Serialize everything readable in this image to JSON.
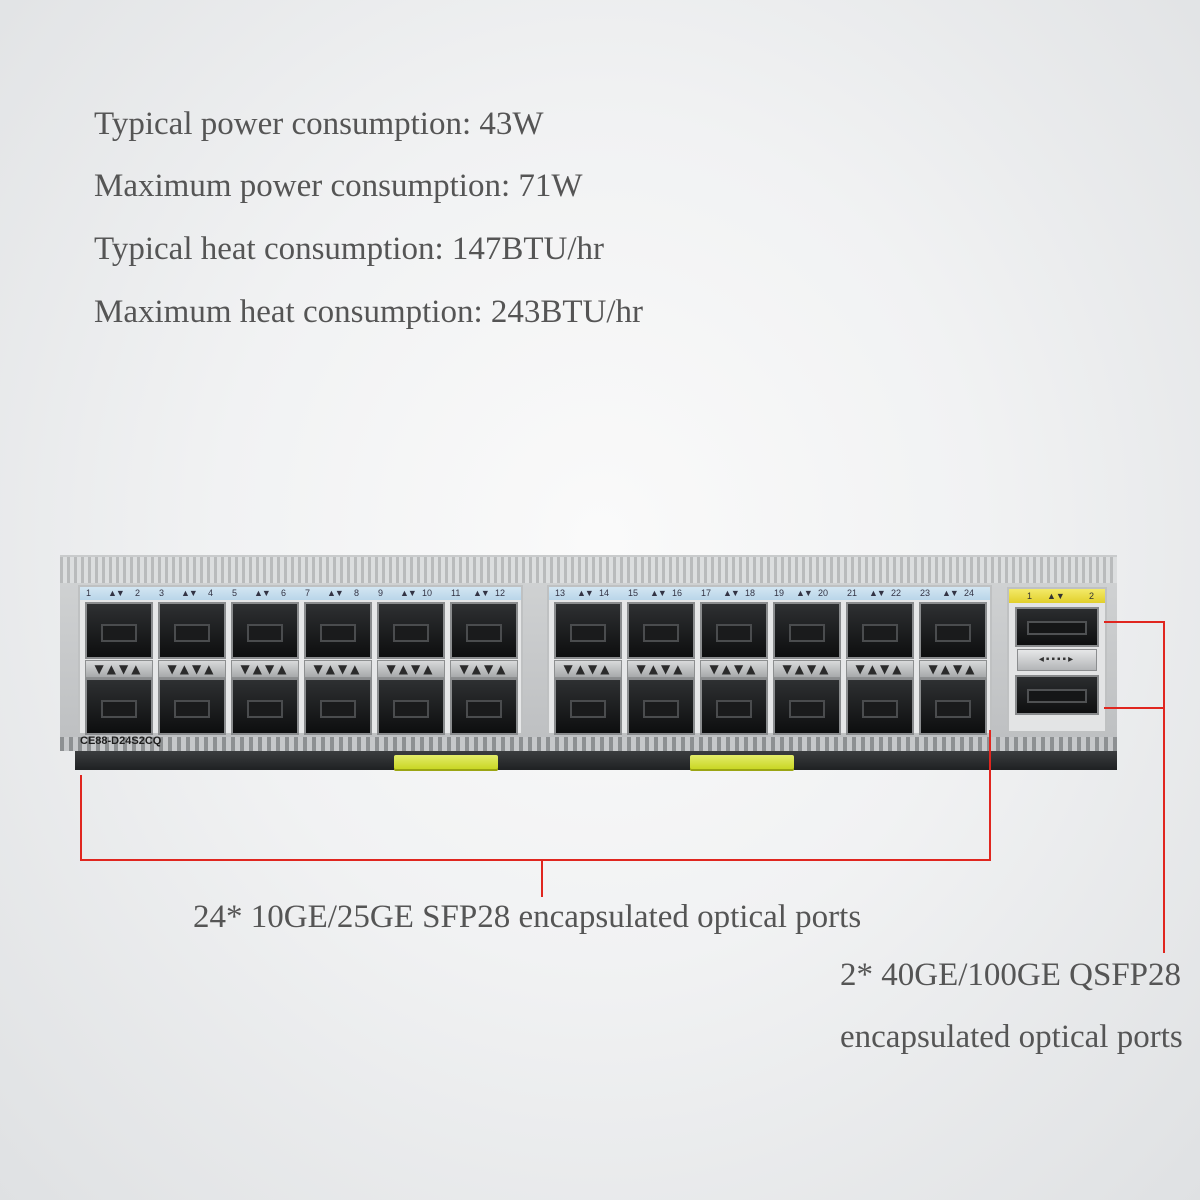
{
  "specs": [
    "Typical power consumption: 43W",
    "Maximum power consumption: 71W",
    "Typical heat consumption: 147BTU/hr",
    "Maximum heat consumption: 243BTU/hr"
  ],
  "card": {
    "model": "CE88-D24S2CQ",
    "sfp_labels": [
      {
        "a": "1",
        "b": "2"
      },
      {
        "a": "3",
        "b": "4"
      },
      {
        "a": "5",
        "b": "6"
      },
      {
        "a": "7",
        "b": "8"
      },
      {
        "a": "9",
        "b": "10"
      },
      {
        "a": "11",
        "b": "12"
      },
      {
        "a": "13",
        "b": "14"
      },
      {
        "a": "15",
        "b": "16"
      },
      {
        "a": "17",
        "b": "18"
      },
      {
        "a": "19",
        "b": "20"
      },
      {
        "a": "21",
        "b": "22"
      },
      {
        "a": "23",
        "b": "24"
      }
    ],
    "qsfp_label": {
      "a": "1",
      "b": "2"
    }
  },
  "annotations": {
    "sfp": "24* 10GE/25GE SFP28 encapsulated optical ports",
    "qsfp_line1": "2* 40GE/100GE QSFP28",
    "qsfp_line2": "encapsulated optical ports"
  },
  "colors": {
    "annotation_line": "#e0261f",
    "latch": "#c6d41b",
    "label_strip": "#b9d5e9",
    "qsfp_label_strip": "#e2cf2b"
  }
}
